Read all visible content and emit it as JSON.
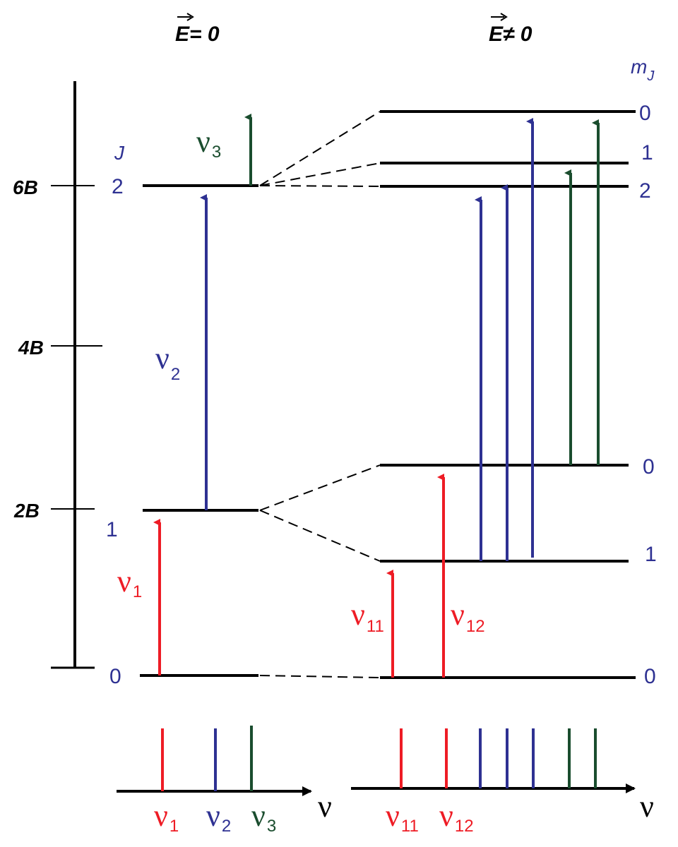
{
  "colors": {
    "red": "#ee1c25",
    "blue": "#2e3192",
    "green": "#1a4d2e",
    "black": "#000000"
  },
  "headers": {
    "left": "E= 0",
    "right": "E≠ 0"
  },
  "energy_axis": {
    "ticks": [
      "6B",
      "4B",
      "2B"
    ]
  },
  "labels": {
    "J_title": "J",
    "mJ_title": "m",
    "mJ_sub": "J",
    "J_levels": [
      "2",
      "1",
      "0"
    ],
    "mJ_levels": [
      "0",
      "1",
      "2",
      "0",
      "1",
      "0"
    ]
  },
  "transitions": {
    "nu_symbol": "ν",
    "nu1_sub": "1",
    "nu2_sub": "2",
    "nu3_sub": "3",
    "nu11_sub": "11",
    "nu12_sub": "12"
  },
  "spectrum": {
    "axis_label": "ν",
    "left": [
      {
        "nu": "ν",
        "sub": "1"
      },
      {
        "nu": "ν",
        "sub": "2"
      },
      {
        "nu": "ν",
        "sub": "3"
      }
    ],
    "right": [
      {
        "nu": "ν",
        "sub": "11"
      },
      {
        "nu": "ν",
        "sub": "12"
      }
    ]
  }
}
